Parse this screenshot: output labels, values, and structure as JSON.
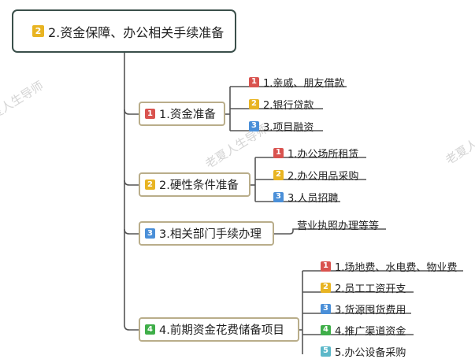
{
  "root": {
    "badge": "2",
    "label": "2.资金保障、办公相关手续准备"
  },
  "sections": [
    {
      "badge": "1",
      "label": "1.资金准备",
      "children": [
        {
          "badge": "1",
          "label": "1.亲戚、朋友借款"
        },
        {
          "badge": "2",
          "label": "2.银行贷款"
        },
        {
          "badge": "3",
          "label": "3.项目融资"
        }
      ]
    },
    {
      "badge": "2",
      "label": "2.硬性条件准备",
      "children": [
        {
          "badge": "1",
          "label": "1.办公场所租赁"
        },
        {
          "badge": "2",
          "label": "2.办公用品采购"
        },
        {
          "badge": "3",
          "label": "3.人员招聘"
        }
      ]
    },
    {
      "badge": "3",
      "label": "3.相关部门手续办理",
      "children": [
        {
          "badge": "",
          "label": "营业执照办理等等"
        }
      ]
    },
    {
      "badge": "4",
      "label": "4.前期资金花费储备项目",
      "children": [
        {
          "badge": "1",
          "label": "1.场地费、水电费、物业费"
        },
        {
          "badge": "2",
          "label": "2.员工工资开支"
        },
        {
          "badge": "3",
          "label": "3.货源囤货费用"
        },
        {
          "badge": "4",
          "label": "4.推广渠道资金"
        },
        {
          "badge": "5",
          "label": "5.办公设备采购"
        }
      ]
    }
  ],
  "watermarks": [
    "老夏人生导师",
    "老夏人生导师",
    "老夏人生导师"
  ],
  "badge_colors": {
    "1": "#d9534f",
    "2": "#e8b422",
    "3": "#4a8fd8",
    "4": "#3fae49",
    "5": "#5cb8c9"
  },
  "line_color": "#555555"
}
